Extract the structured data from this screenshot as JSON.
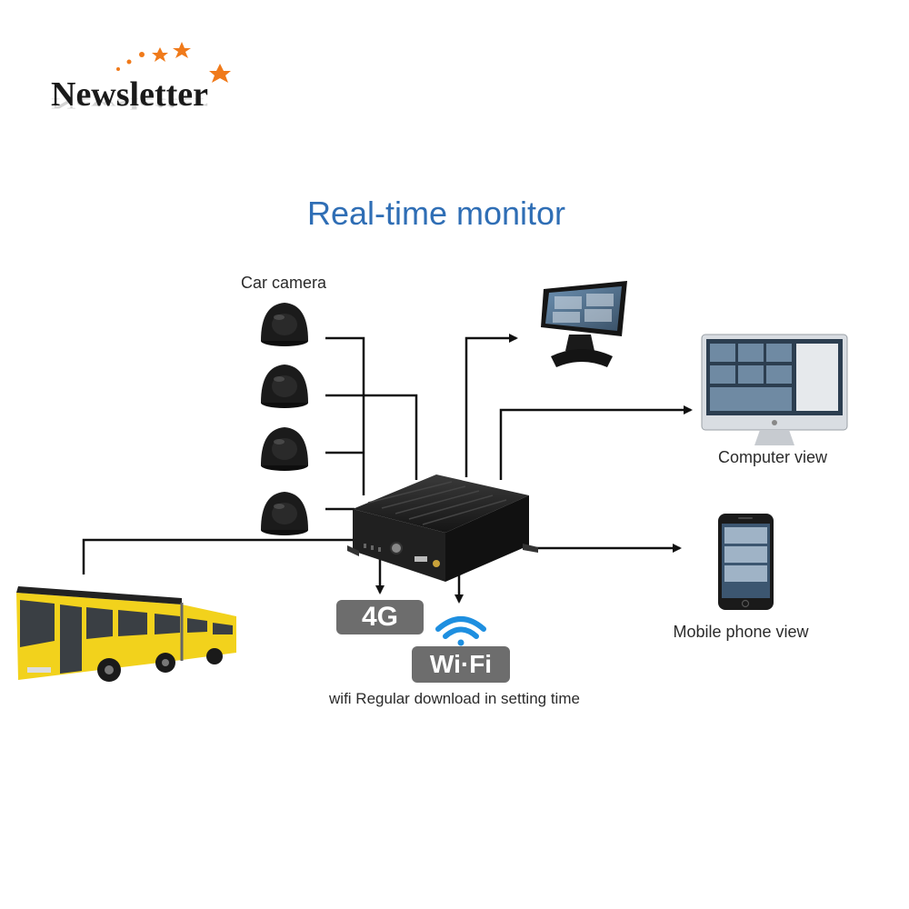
{
  "logo": {
    "text": "Newsletter",
    "accent_color": "#f07a1a"
  },
  "title": "Real-time monitor",
  "labels": {
    "car_camera": "Car camera",
    "computer_view": "Computer view",
    "mobile_view": "Mobile phone view",
    "wifi_note": "wifi Regular download in setting time"
  },
  "badges": {
    "network": "4G",
    "wifi": "Wi·Fi"
  },
  "colors": {
    "title": "#2f6eb5",
    "line": "#111111",
    "bus": "#f2d21c",
    "device": "#1c1c1c"
  }
}
